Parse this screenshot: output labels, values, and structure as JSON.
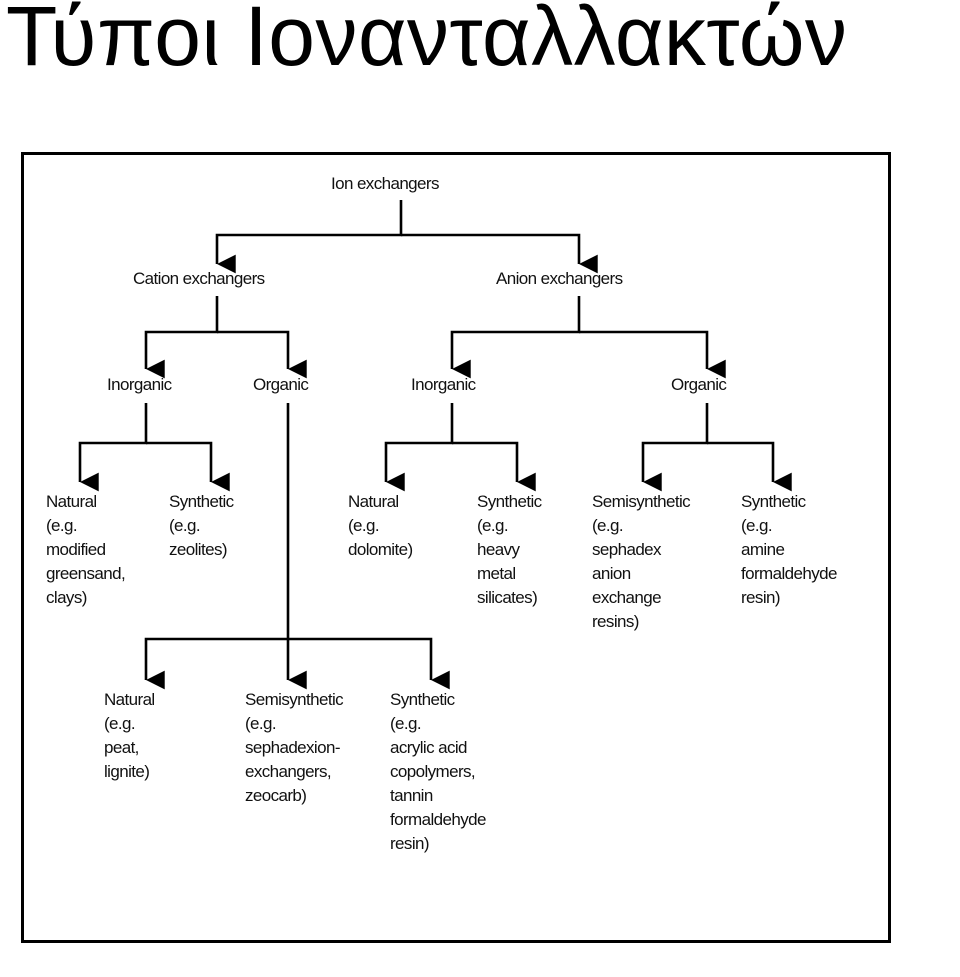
{
  "title": "Τύποι Ιονανταλλακτών",
  "nodes": {
    "root": [
      "Ion exchangers"
    ],
    "cation": [
      "Cation exchangers"
    ],
    "anion": [
      "Anion exchangers"
    ],
    "cation_inorganic": [
      "Inorganic"
    ],
    "cation_organic": [
      "Organic"
    ],
    "anion_inorganic": [
      "Inorganic"
    ],
    "anion_organic": [
      "Organic"
    ],
    "ci_natural": [
      "Natural",
      "(e.g.",
      "modified",
      "greensand,",
      "clays)"
    ],
    "ci_synthetic": [
      "Synthetic",
      "(e.g.",
      "zeolites)"
    ],
    "ai_natural": [
      "Natural",
      "(e.g.",
      "dolomite)"
    ],
    "ai_synthetic": [
      "Synthetic",
      "(e.g.",
      "heavy",
      "metal",
      "silicates)"
    ],
    "ao_semisynthetic": [
      "Semisynthetic",
      "(e.g.",
      "sephadex",
      "anion",
      "exchange",
      "resins)"
    ],
    "ao_synthetic": [
      "Synthetic",
      "(e.g.",
      "amine",
      "formaldehyde",
      "resin)"
    ],
    "co_natural": [
      "Natural",
      "(e.g.",
      "peat,",
      "lignite)"
    ],
    "co_semisynthetic": [
      "Semisynthetic",
      "(e.g.",
      "sephadexion-",
      "exchangers,",
      "zeocarb)"
    ],
    "co_synthetic": [
      "Synthetic",
      "(e.g.",
      "acrylic acid",
      "copolymers,",
      "tannin",
      "formaldehyde",
      "resin)"
    ]
  }
}
